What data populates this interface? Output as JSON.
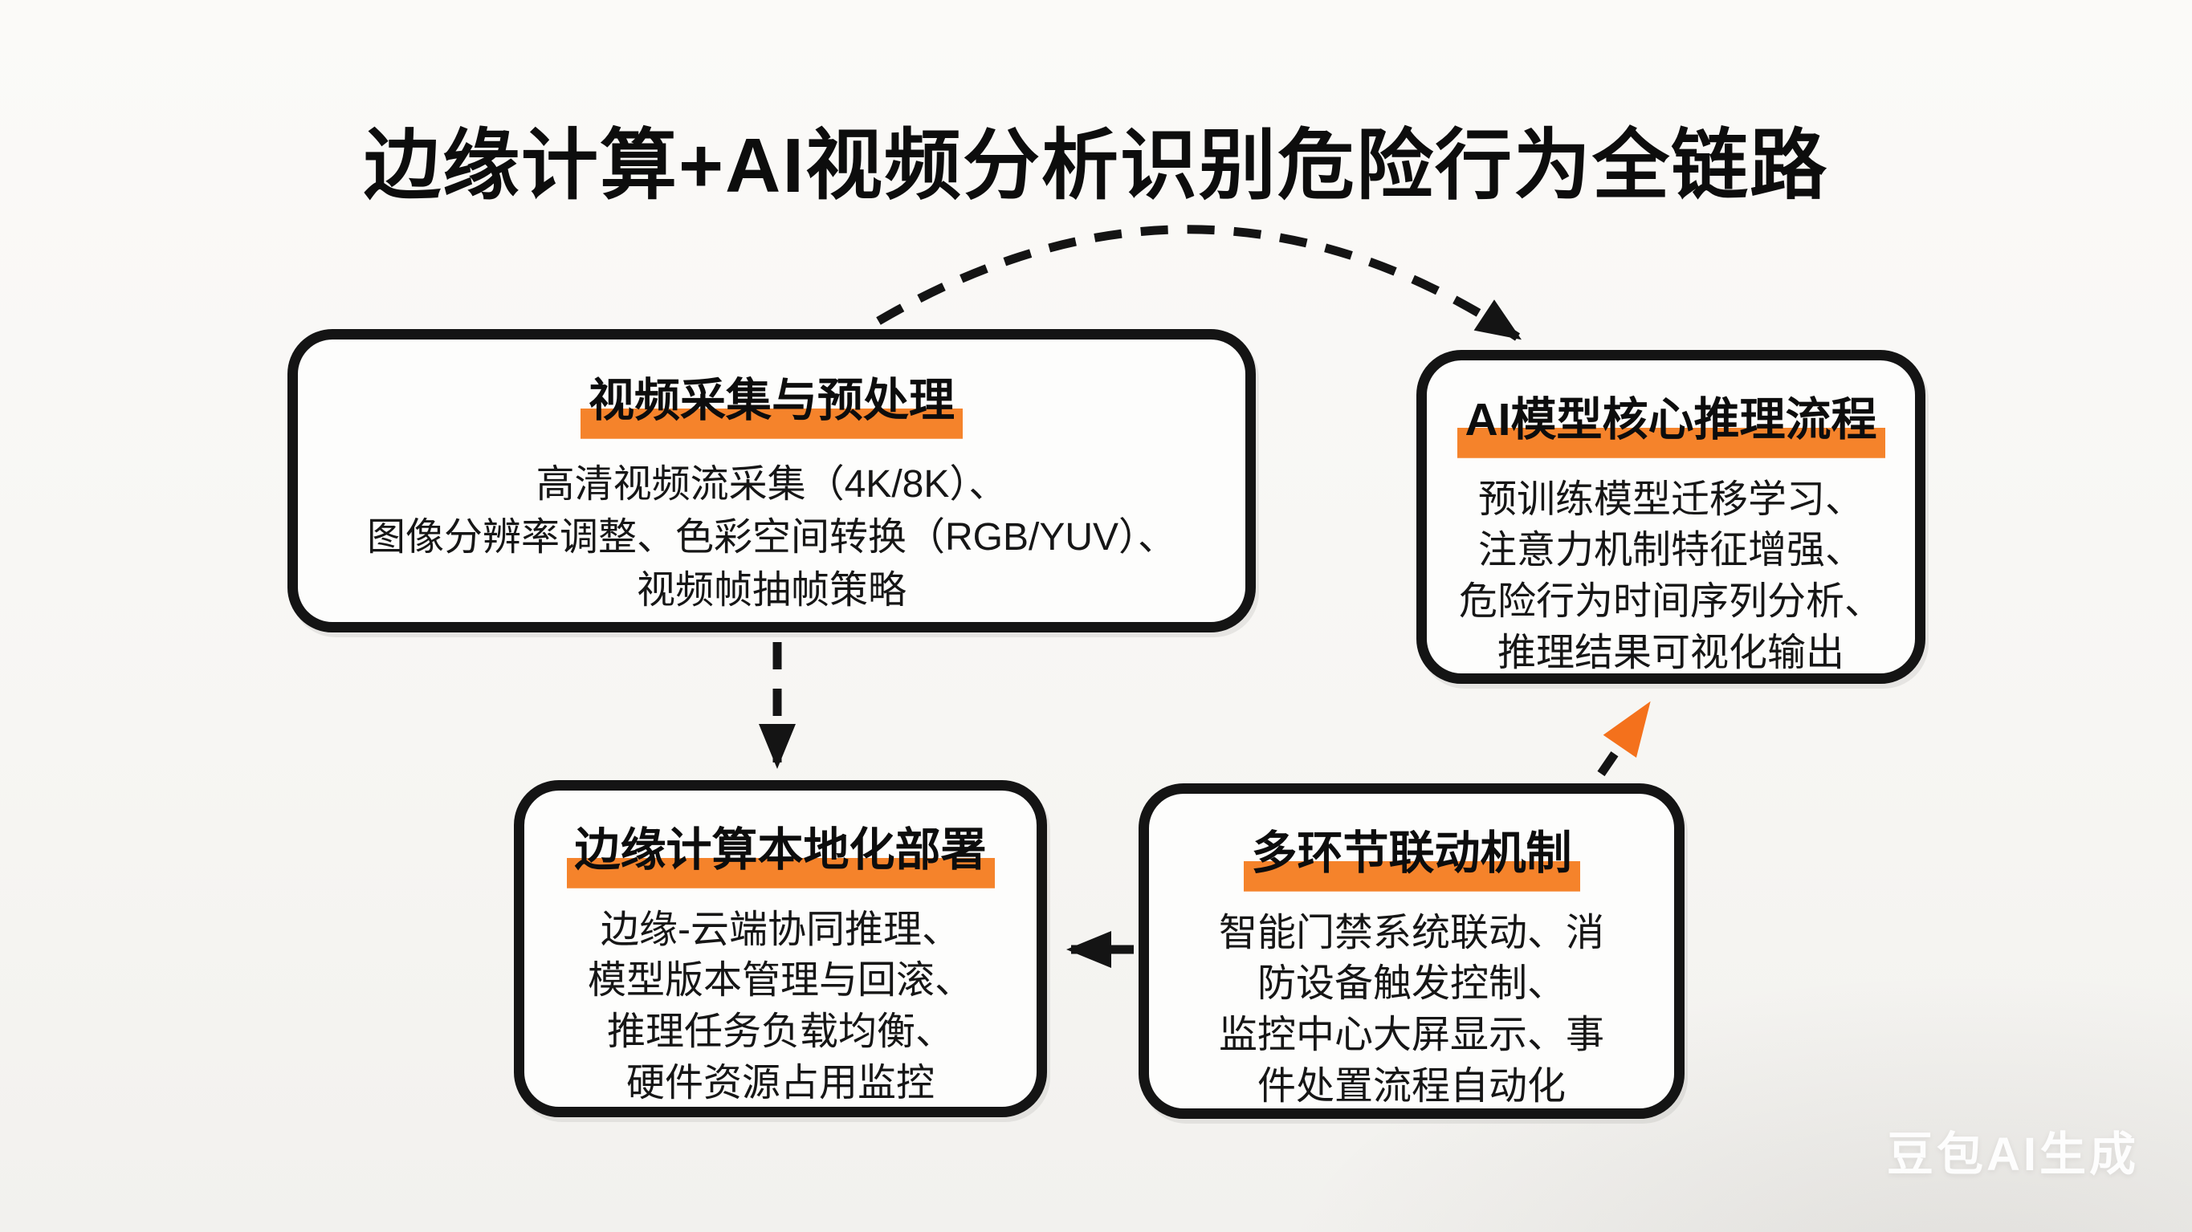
{
  "page": {
    "title": "边缘计算+AI视频分析识别危险行为全链路",
    "watermark": "豆包AI生成"
  },
  "colors": {
    "accent_highlight": "#F5832B",
    "accent_arrow": "#F4711C",
    "line": "#141414",
    "box_bg": "#FDFDFC",
    "page_bg": "#F8F7F4",
    "text": "#161616"
  },
  "boxes": {
    "capture": {
      "title": "视频采集与预处理",
      "lines": [
        "高清视频流采集（4K/8K）、",
        "图像分辨率调整、色彩空间转换（RGB/YUV）、",
        "视频帧抽帧策略"
      ]
    },
    "inference": {
      "title": "AI模型核心推理流程",
      "lines": [
        "预训练模型迁移学习、",
        "注意力机制特征增强、",
        "危险行为时间序列分析、",
        "推理结果可视化输出"
      ]
    },
    "edge": {
      "title": "边缘计算本地化部署",
      "lines": [
        "边缘-云端协同推理、",
        "模型版本管理与回滚、",
        "推理任务负载均衡、",
        "硬件资源占用监控"
      ]
    },
    "linkage": {
      "title": "多环节联动机制",
      "lines": [
        "智能门禁系统联动、消",
        "防设备触发控制、",
        "监控中心大屏显示、事",
        "件处置流程自动化"
      ]
    }
  },
  "arrows": {
    "capture_to_inference": "dashed-arc-black-arrow",
    "capture_to_edge": "dashed-down-black-arrow",
    "linkage_to_edge": "dashed-left-black-arrow",
    "linkage_to_inference": "dashed-up-orange-arrow"
  }
}
